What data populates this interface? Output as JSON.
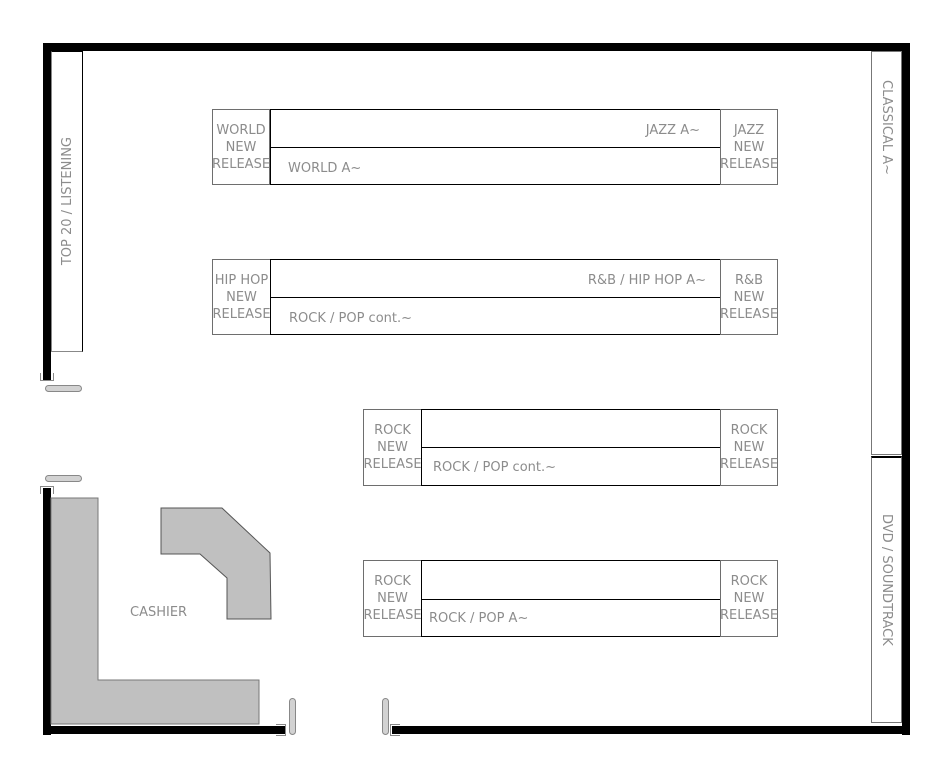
{
  "floorplan": {
    "title_areas": {
      "top20": "TOP 20 / LISTENING",
      "classical": "CLASSICAL A~",
      "dvd": "DVD / SOUNDTRACK",
      "cashier": "CASHIER"
    },
    "aisles": [
      {
        "left_cap": [
          "WORLD",
          "NEW",
          "RELEASE"
        ],
        "top_shelf": "JAZZ A~",
        "bottom_shelf": "WORLD A~",
        "right_cap": [
          "JAZZ",
          "NEW",
          "RELEASE"
        ]
      },
      {
        "left_cap": [
          "HIP HOP",
          "NEW",
          "RELEASE"
        ],
        "top_shelf": "R&B / HIP HOP A~",
        "bottom_shelf": "ROCK / POP cont.~",
        "right_cap": [
          "R&B",
          "NEW",
          "RELEASE"
        ]
      },
      {
        "left_cap": [
          "ROCK",
          "NEW",
          "RELEASE"
        ],
        "top_shelf": "",
        "bottom_shelf": "ROCK / POP cont.~",
        "right_cap": [
          "ROCK",
          "NEW",
          "RELEASE"
        ]
      },
      {
        "left_cap": [
          "ROCK",
          "NEW",
          "RELEASE"
        ],
        "top_shelf": "",
        "bottom_shelf": "ROCK / POP A~",
        "right_cap": [
          "ROCK",
          "NEW",
          "RELEASE"
        ]
      }
    ],
    "colors": {
      "wall": "#000000",
      "counter": "#c0c0c0",
      "label": "#8c8c8c",
      "door": "#d2d2d2"
    }
  }
}
